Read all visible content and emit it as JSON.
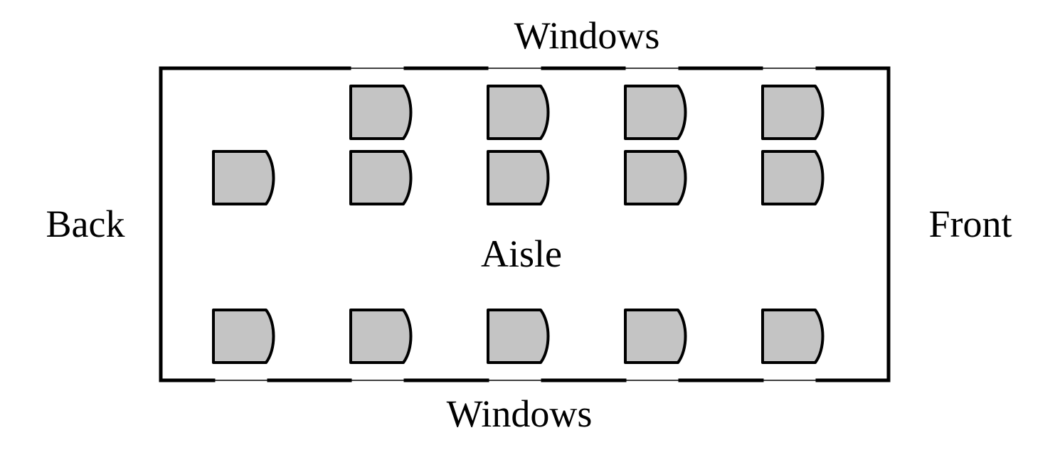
{
  "labels": {
    "top": "Windows",
    "bottom": "Windows",
    "left": "Back",
    "right": "Front",
    "center": "Aisle"
  },
  "colors": {
    "seat_fill": "#c4c4c4",
    "stroke": "#000000",
    "background": "#ffffff"
  },
  "seating": {
    "window_row_seats": 4,
    "middle_row_seats": 5,
    "bottom_row_seats": 5
  }
}
